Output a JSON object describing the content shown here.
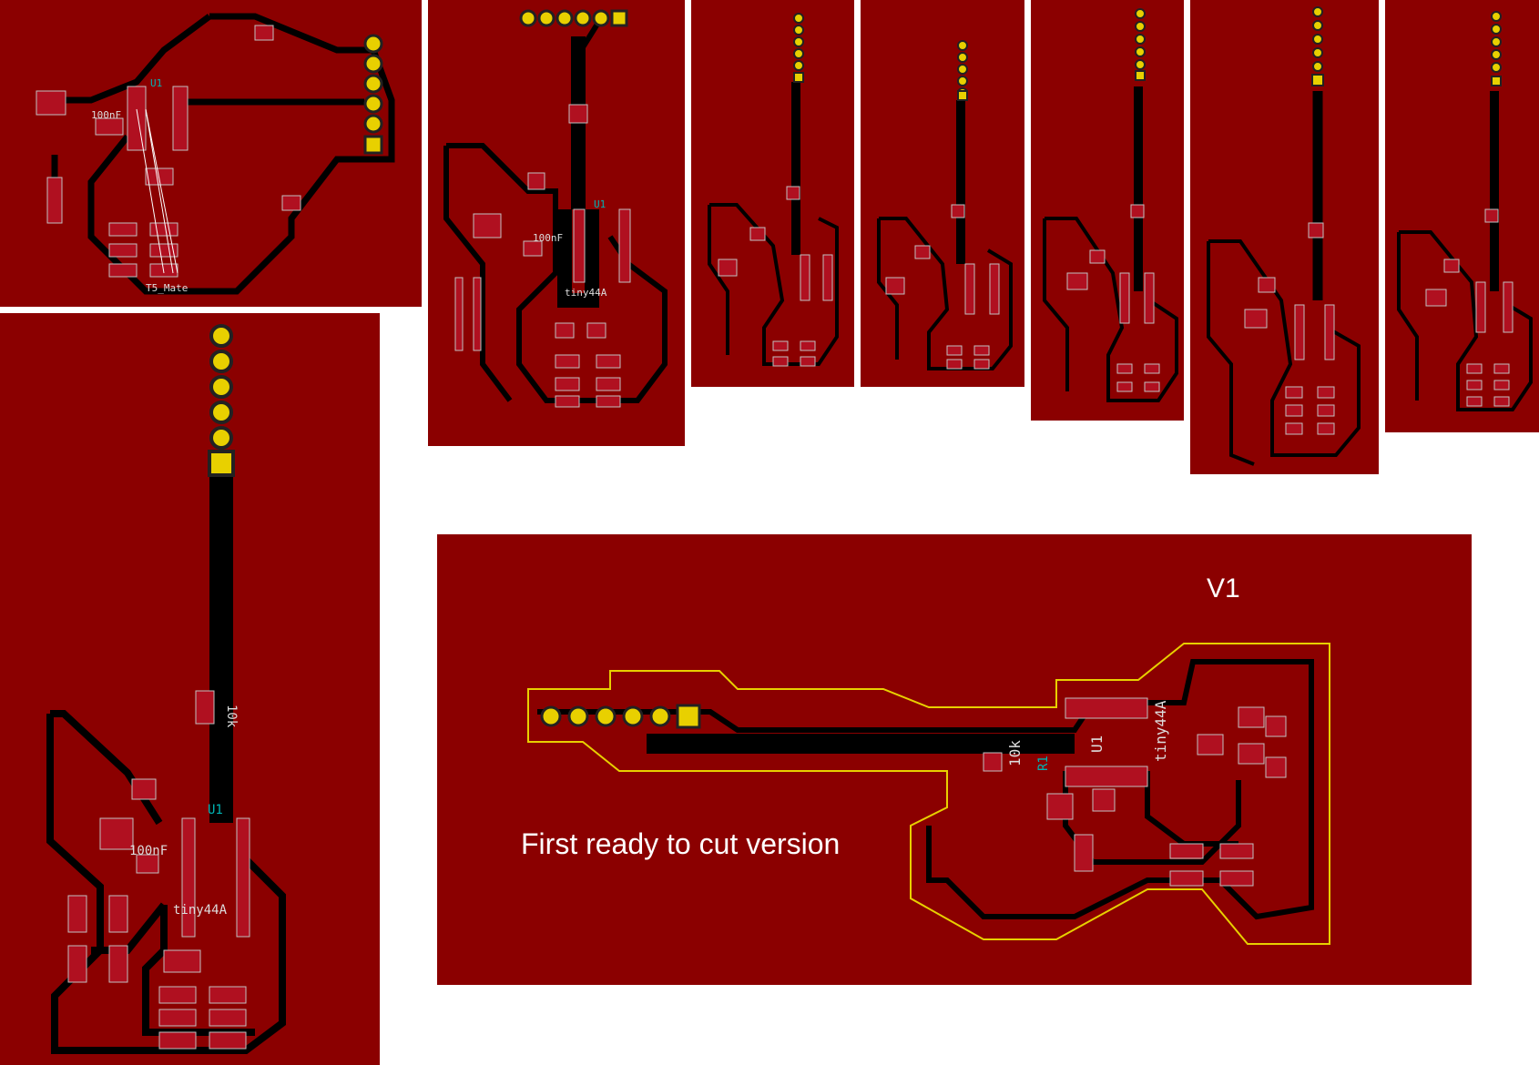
{
  "colors": {
    "board": "#8b0000",
    "trace": "#000000",
    "pad_outline": "#c0c0c0",
    "pad_fill": "#b01020",
    "header_pad": "#e8d000",
    "silkscreen": "#ffffff",
    "component_outline": "#00b4b4",
    "edge_cut": "#e8d000"
  },
  "labels": {
    "u1": "U1",
    "cap": "100nF",
    "res": "10k",
    "mcu": "tiny44A",
    "r1": "R1",
    "net": "T5_Mate"
  },
  "final_panel": {
    "version_label": "V1",
    "caption": "First ready to cut version"
  }
}
